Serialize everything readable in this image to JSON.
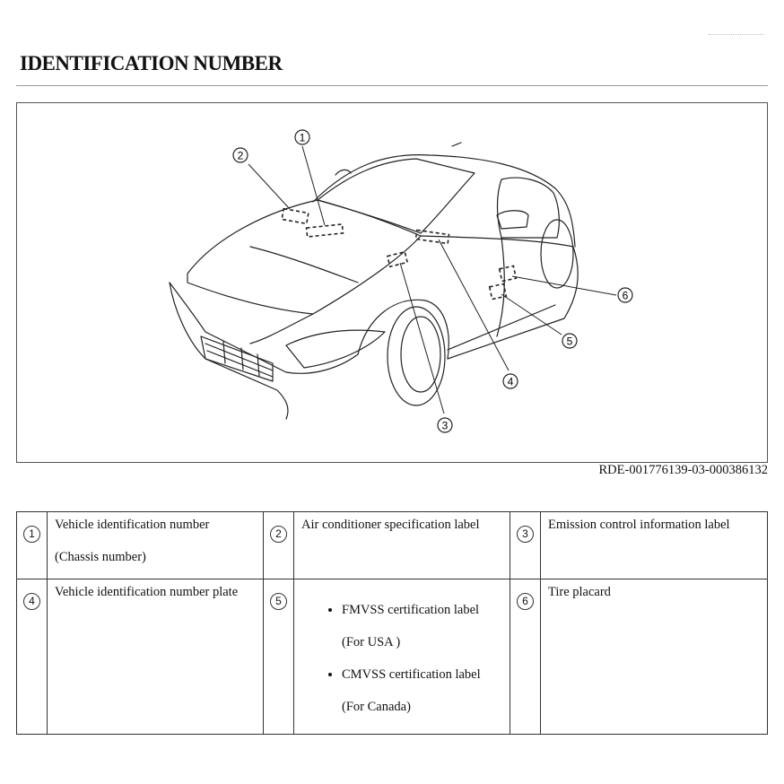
{
  "page": {
    "title": "IDENTIFICATION NUMBER"
  },
  "figure": {
    "id": "RDE-001776139-03-000386132",
    "callouts": [
      "1",
      "2",
      "3",
      "4",
      "5",
      "6"
    ]
  },
  "legend": {
    "items": [
      {
        "num": "1",
        "lines": [
          "Vehicle identification number",
          "(Chassis number)"
        ]
      },
      {
        "num": "2",
        "lines": [
          "Air conditioner specification label"
        ]
      },
      {
        "num": "3",
        "lines": [
          "Emission control information label"
        ]
      },
      {
        "num": "4",
        "lines": [
          "Vehicle identification number plate"
        ]
      },
      {
        "num": "5",
        "bullets": [
          {
            "label": "FMVSS certification label",
            "sub": "(For USA )"
          },
          {
            "label": "CMVSS certification label",
            "sub": "(For Canada)"
          }
        ]
      },
      {
        "num": "6",
        "lines": [
          "Tire placard"
        ]
      }
    ]
  }
}
